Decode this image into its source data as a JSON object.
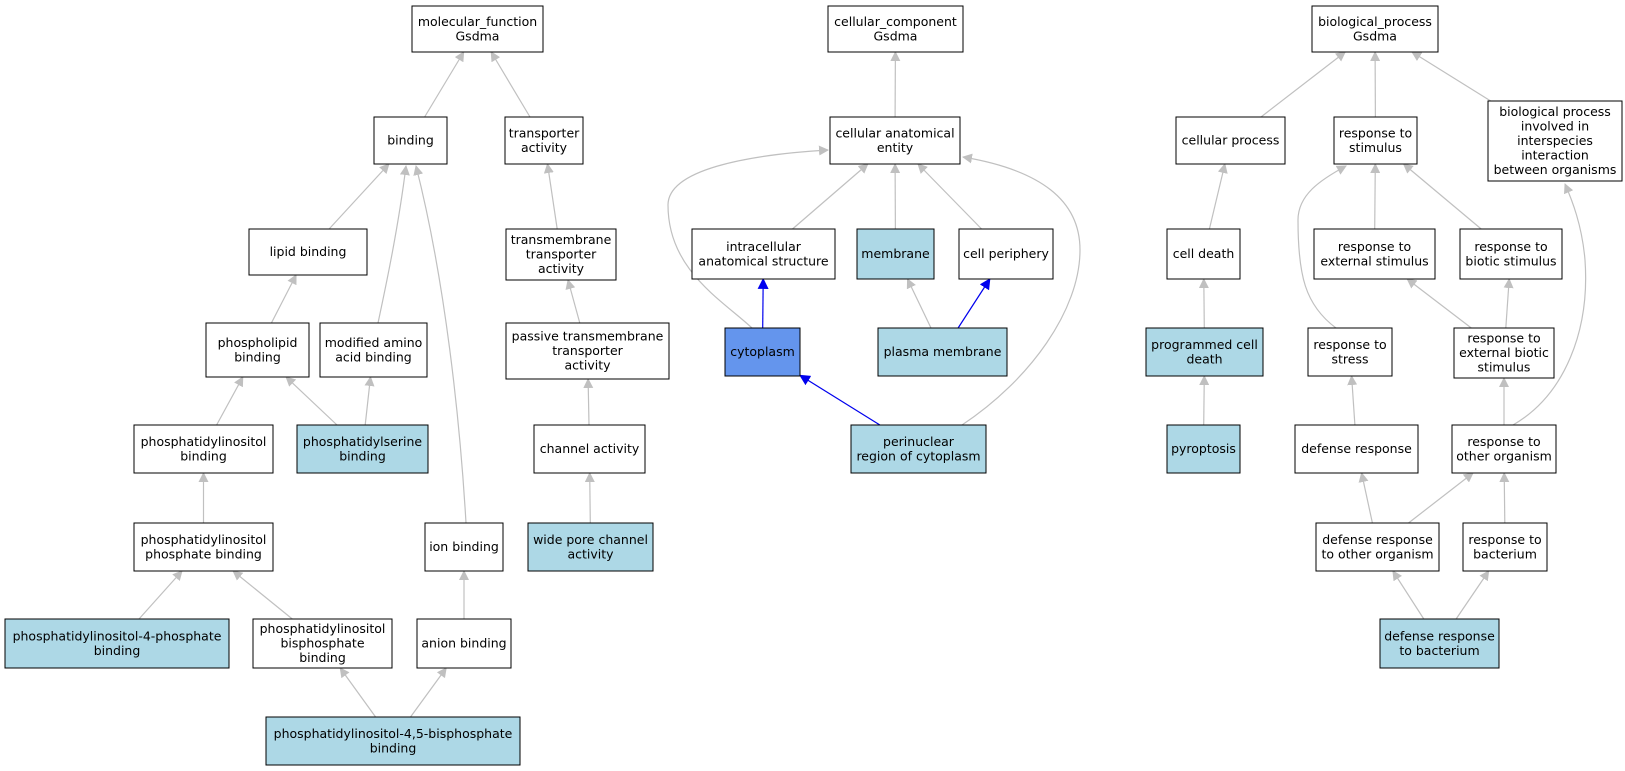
{
  "colors": {
    "edge_default": "#c0c0c0",
    "edge_highlight": "#0000ee",
    "node_default": "#ffffff",
    "node_annotated": "#add8e6",
    "node_selected": "#6495ed",
    "border": "#000000"
  },
  "nodes": [
    {
      "id": "mf",
      "lines": [
        "molecular_function",
        "Gsdma"
      ],
      "style": "default"
    },
    {
      "id": "binding",
      "lines": [
        "binding"
      ],
      "style": "default"
    },
    {
      "id": "transporter",
      "lines": [
        "transporter",
        "activity"
      ],
      "style": "default"
    },
    {
      "id": "lipid",
      "lines": [
        "lipid binding"
      ],
      "style": "default"
    },
    {
      "id": "tmtransporter",
      "lines": [
        "transmembrane",
        "transporter",
        "activity"
      ],
      "style": "default"
    },
    {
      "id": "phospholipid",
      "lines": [
        "phospholipid",
        "binding"
      ],
      "style": "default"
    },
    {
      "id": "modaa",
      "lines": [
        "modified amino",
        "acid binding"
      ],
      "style": "default"
    },
    {
      "id": "passive",
      "lines": [
        "passive transmembrane",
        "transporter",
        "activity"
      ],
      "style": "default"
    },
    {
      "id": "ptdins",
      "lines": [
        "phosphatidylinositol",
        "binding"
      ],
      "style": "default"
    },
    {
      "id": "ptdser",
      "lines": [
        "phosphatidylserine",
        "binding"
      ],
      "style": "annotated"
    },
    {
      "id": "channel",
      "lines": [
        "channel activity"
      ],
      "style": "default"
    },
    {
      "id": "ptdinsp",
      "lines": [
        "phosphatidylinositol",
        "phosphate binding"
      ],
      "style": "default"
    },
    {
      "id": "ion",
      "lines": [
        "ion binding"
      ],
      "style": "default"
    },
    {
      "id": "widepore",
      "lines": [
        "wide pore channel",
        "activity"
      ],
      "style": "annotated"
    },
    {
      "id": "pi4p",
      "lines": [
        "phosphatidylinositol-4-phosphate",
        "binding"
      ],
      "style": "annotated"
    },
    {
      "id": "ptdinsbis",
      "lines": [
        "phosphatidylinositol",
        "bisphosphate",
        "binding"
      ],
      "style": "default"
    },
    {
      "id": "anion",
      "lines": [
        "anion binding"
      ],
      "style": "default"
    },
    {
      "id": "pip2",
      "lines": [
        "phosphatidylinositol-4,5-bisphosphate",
        "binding"
      ],
      "style": "annotated"
    },
    {
      "id": "cc",
      "lines": [
        "cellular_component",
        "Gsdma"
      ],
      "style": "default"
    },
    {
      "id": "cae",
      "lines": [
        "cellular anatomical",
        "entity"
      ],
      "style": "default"
    },
    {
      "id": "intracellular",
      "lines": [
        "intracellular",
        "anatomical structure"
      ],
      "style": "default"
    },
    {
      "id": "membrane",
      "lines": [
        "membrane"
      ],
      "style": "annotated"
    },
    {
      "id": "periphery",
      "lines": [
        "cell periphery"
      ],
      "style": "default"
    },
    {
      "id": "cytoplasm",
      "lines": [
        "cytoplasm"
      ],
      "style": "selected"
    },
    {
      "id": "plasmamem",
      "lines": [
        "plasma membrane"
      ],
      "style": "annotated"
    },
    {
      "id": "perinuclear",
      "lines": [
        "perinuclear",
        "region of cytoplasm"
      ],
      "style": "annotated"
    },
    {
      "id": "bp",
      "lines": [
        "biological_process",
        "Gsdma"
      ],
      "style": "default"
    },
    {
      "id": "cellproc",
      "lines": [
        "cellular process"
      ],
      "style": "default"
    },
    {
      "id": "stimulus",
      "lines": [
        "response to",
        "stimulus"
      ],
      "style": "default"
    },
    {
      "id": "interspecies",
      "lines": [
        "biological process",
        "involved in",
        "interspecies",
        "interaction",
        "between organisms"
      ],
      "style": "default"
    },
    {
      "id": "celldeath",
      "lines": [
        "cell death"
      ],
      "style": "default"
    },
    {
      "id": "extstim",
      "lines": [
        "response to",
        "external stimulus"
      ],
      "style": "default"
    },
    {
      "id": "bioticstim",
      "lines": [
        "response to",
        "biotic stimulus"
      ],
      "style": "default"
    },
    {
      "id": "pcd",
      "lines": [
        "programmed cell",
        "death"
      ],
      "style": "annotated"
    },
    {
      "id": "stress",
      "lines": [
        "response to",
        "stress"
      ],
      "style": "default"
    },
    {
      "id": "extbiotic",
      "lines": [
        "response to",
        "external biotic",
        "stimulus"
      ],
      "style": "default"
    },
    {
      "id": "pyroptosis",
      "lines": [
        "pyroptosis"
      ],
      "style": "annotated"
    },
    {
      "id": "defense",
      "lines": [
        "defense response"
      ],
      "style": "default"
    },
    {
      "id": "otherorg",
      "lines": [
        "response to",
        "other organism"
      ],
      "style": "default"
    },
    {
      "id": "defother",
      "lines": [
        "defense response",
        "to other organism"
      ],
      "style": "default"
    },
    {
      "id": "bacterium",
      "lines": [
        "response to",
        "bacterium"
      ],
      "style": "default"
    },
    {
      "id": "defbact",
      "lines": [
        "defense response",
        "to bacterium"
      ],
      "style": "annotated"
    }
  ],
  "edges": [
    {
      "from": "binding",
      "to": "mf"
    },
    {
      "from": "transporter",
      "to": "mf"
    },
    {
      "from": "lipid",
      "to": "binding"
    },
    {
      "from": "modaa",
      "to": "binding"
    },
    {
      "from": "ion",
      "to": "binding"
    },
    {
      "from": "tmtransporter",
      "to": "transporter"
    },
    {
      "from": "phospholipid",
      "to": "lipid"
    },
    {
      "from": "passive",
      "to": "tmtransporter"
    },
    {
      "from": "ptdins",
      "to": "phospholipid"
    },
    {
      "from": "ptdser",
      "to": "phospholipid"
    },
    {
      "from": "ptdser",
      "to": "modaa"
    },
    {
      "from": "channel",
      "to": "passive"
    },
    {
      "from": "ptdinsp",
      "to": "ptdins"
    },
    {
      "from": "widepore",
      "to": "channel"
    },
    {
      "from": "pi4p",
      "to": "ptdinsp"
    },
    {
      "from": "ptdinsbis",
      "to": "ptdinsp"
    },
    {
      "from": "anion",
      "to": "ion"
    },
    {
      "from": "pip2",
      "to": "ptdinsbis"
    },
    {
      "from": "pip2",
      "to": "anion"
    },
    {
      "from": "cae",
      "to": "cc"
    },
    {
      "from": "intracellular",
      "to": "cae"
    },
    {
      "from": "membrane",
      "to": "cae"
    },
    {
      "from": "periphery",
      "to": "cae"
    },
    {
      "from": "cytoplasm",
      "to": "cae"
    },
    {
      "from": "perinuclear",
      "to": "cae"
    },
    {
      "from": "cytoplasm",
      "to": "intracellular",
      "highlight": true
    },
    {
      "from": "plasmamem",
      "to": "membrane"
    },
    {
      "from": "plasmamem",
      "to": "periphery",
      "highlight": true
    },
    {
      "from": "perinuclear",
      "to": "cytoplasm",
      "highlight": true
    },
    {
      "from": "cellproc",
      "to": "bp"
    },
    {
      "from": "stimulus",
      "to": "bp"
    },
    {
      "from": "interspecies",
      "to": "bp"
    },
    {
      "from": "celldeath",
      "to": "cellproc"
    },
    {
      "from": "extstim",
      "to": "stimulus"
    },
    {
      "from": "bioticstim",
      "to": "stimulus"
    },
    {
      "from": "stress",
      "to": "stimulus"
    },
    {
      "from": "pcd",
      "to": "celldeath"
    },
    {
      "from": "extbiotic",
      "to": "extstim"
    },
    {
      "from": "extbiotic",
      "to": "bioticstim"
    },
    {
      "from": "pyroptosis",
      "to": "pcd"
    },
    {
      "from": "defense",
      "to": "stress"
    },
    {
      "from": "otherorg",
      "to": "extbiotic"
    },
    {
      "from": "otherorg",
      "to": "interspecies"
    },
    {
      "from": "defother",
      "to": "defense"
    },
    {
      "from": "defother",
      "to": "otherorg"
    },
    {
      "from": "bacterium",
      "to": "otherorg"
    },
    {
      "from": "defbact",
      "to": "defother"
    },
    {
      "from": "defbact",
      "to": "bacterium"
    }
  ]
}
